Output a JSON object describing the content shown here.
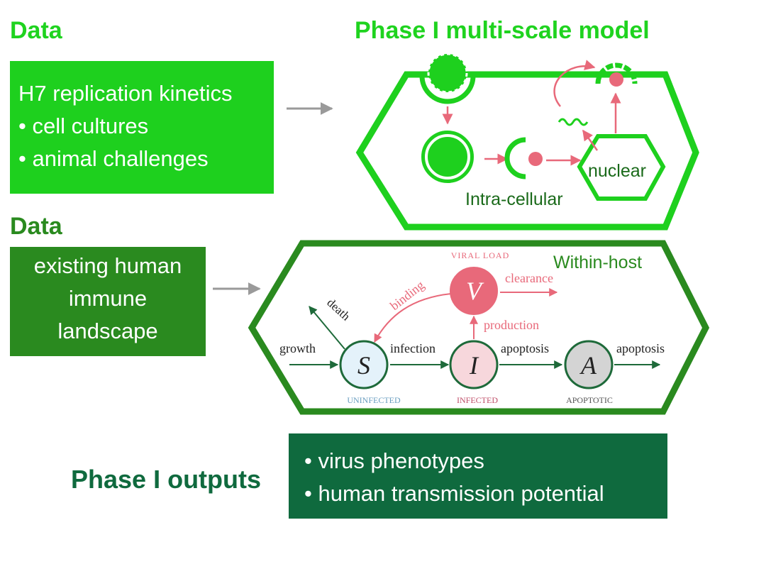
{
  "headings": {
    "data_top": "Data",
    "model_title": "Phase I multi-scale model",
    "data_bottom": "Data",
    "outputs_title": "Phase I outputs"
  },
  "data_box_top": {
    "line1": "H7 replication kinetics",
    "line2": "• cell cultures",
    "line3": "• animal challenges"
  },
  "data_box_bottom": {
    "line1": "existing human",
    "line2": "immune",
    "line3": "landscape"
  },
  "outputs_box": {
    "line1": "• virus phenotypes",
    "line2": "• human transmission potential"
  },
  "intracellular": {
    "label": "Intra-cellular",
    "nucleus_label": "nuclear"
  },
  "within_host": {
    "label": "Within-host",
    "viral_load_label": "VIRAL LOAD",
    "node_V": "V",
    "node_S": "S",
    "node_I": "I",
    "node_A": "A",
    "uninfected": "UNINFECTED",
    "infected": "INFECTED",
    "apoptotic": "APOPTOTIC",
    "growth": "growth",
    "infection": "infection",
    "apoptosis_1": "apoptosis",
    "apoptosis_2": "apoptosis",
    "death": "death",
    "binding": "binding",
    "clearance": "clearance",
    "production": "production"
  },
  "colors": {
    "bright_green": "#1ed01e",
    "dark_green": "#2a8a1f",
    "deep_green": "#0f6a3e",
    "virus_red": "#e8697a",
    "arrow_gray": "#9a9a9a"
  }
}
